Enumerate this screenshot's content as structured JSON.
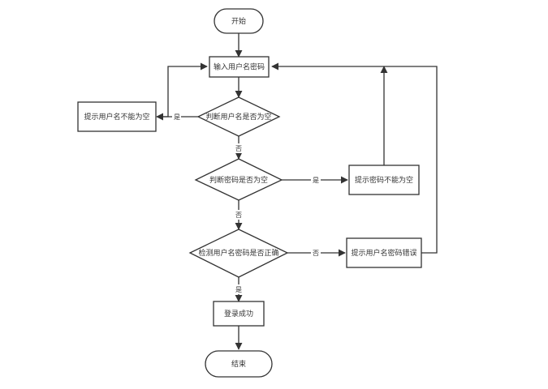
{
  "nodes": {
    "start": "开始",
    "input": "输入用户名密码",
    "check_username": "判断用户名是否为空",
    "msg_username_empty": "提示用户名不能为空",
    "check_password": "判断密码是否为空",
    "msg_password_empty": "提示密码不能为空",
    "check_credentials": "检测用户名密码是否正确",
    "msg_credentials_wrong": "提示用户名密码错误",
    "login_success": "登录成功",
    "end": "结束"
  },
  "edges": {
    "username_empty_yes": "是",
    "username_empty_no": "否",
    "password_empty_yes": "是",
    "password_empty_no": "否",
    "credentials_wrong": "否",
    "credentials_correct": "是"
  },
  "colors": {
    "stroke": "#333333",
    "fill": "#ffffff",
    "text": "#333333"
  }
}
